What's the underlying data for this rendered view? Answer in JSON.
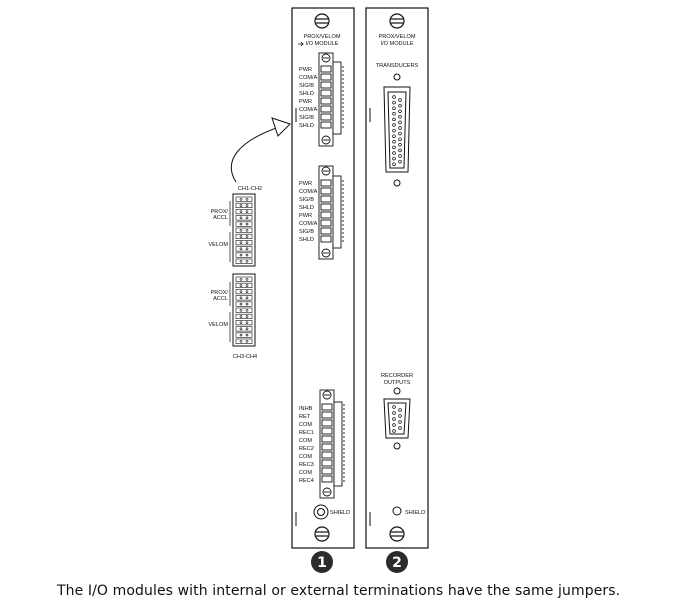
{
  "module1": {
    "title_line1": "PROX/VELOM",
    "title_line2": "I/O MODULE",
    "block1_labels": [
      "PWR",
      "COM/A",
      "SIG/B",
      "SHLD",
      "PWR",
      "COM/A",
      "SIG/B",
      "SHLD"
    ],
    "block2_labels": [
      "PWR",
      "COM/A",
      "SIG/B",
      "SHLD",
      "PWR",
      "COM/A",
      "SIG/B",
      "SHLD"
    ],
    "block3_labels": [
      "INHB",
      "RET",
      "COM",
      "REC1",
      "COM",
      "REC2",
      "COM",
      "REC3",
      "COM",
      "REC4"
    ],
    "shield_label": "SHIELD",
    "badge": "1"
  },
  "module2": {
    "title_line1": "PROX/VELOM",
    "title_line2": "I/O MODULE",
    "transducers_label": "TRANSDUCERS",
    "recorder_label_line1": "RECORDER",
    "recorder_label_line2": "OUTPUTS",
    "shield_label": "SHIELD",
    "badge": "2"
  },
  "jumper_board": {
    "top_label": "CH1-CH2",
    "bottom_label": "CH3-CH4",
    "prox_accl_line1": "PROX/",
    "prox_accl_line2": "ACCL",
    "velom_label": "VELOM"
  },
  "caption": "The I/O modules with internal or external terminations have the same jumpers.",
  "colors": {
    "badge_fill": "#2b2b2b",
    "line": "#111111"
  }
}
